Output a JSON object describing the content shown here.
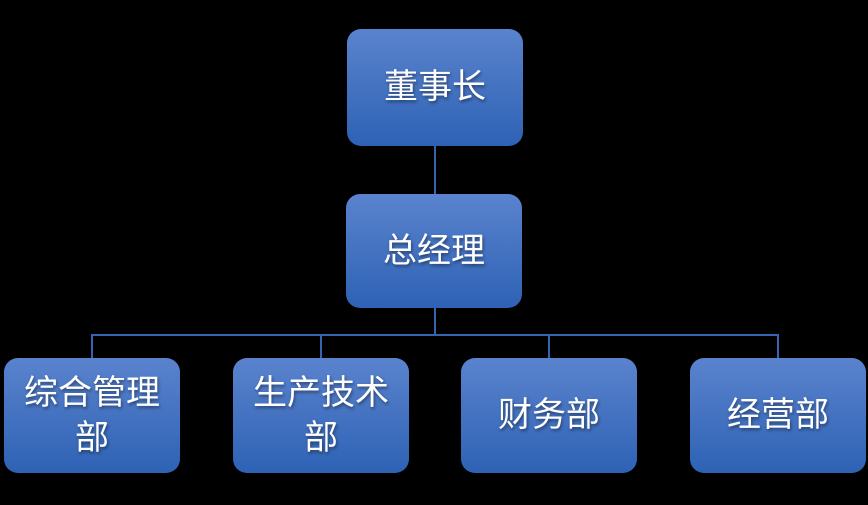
{
  "background_color": "#000000",
  "org_chart": {
    "type": "organization-hierarchy",
    "nodes": {
      "chairman": {
        "label": "董事长"
      },
      "general_manager": {
        "label": "总经理"
      },
      "departments": [
        {
          "label": "综合管理部"
        },
        {
          "label": "生产技术部"
        },
        {
          "label": "财务部"
        },
        {
          "label": "经营部"
        }
      ]
    },
    "edges": [
      {
        "from": "董事长",
        "to": "总经理"
      },
      {
        "from": "总经理",
        "to": "综合管理部"
      },
      {
        "from": "总经理",
        "to": "生产技术部"
      },
      {
        "from": "总经理",
        "to": "财务部"
      },
      {
        "from": "总经理",
        "to": "经营部"
      }
    ],
    "colors": {
      "node_gradient_top": "#5A83CD",
      "node_gradient_bottom": "#2E62B5",
      "connector": "#3564B2",
      "text": "#FFFFFF",
      "background": "#000000"
    }
  }
}
